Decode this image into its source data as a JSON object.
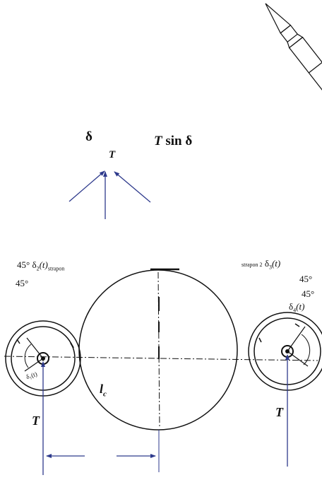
{
  "rocket": {
    "delta": "δ",
    "thrust_symbol": "T",
    "thrust_sin_T": "T",
    "thrust_sin_rest": " sin δ"
  },
  "cross_section": {
    "left_angle": "45°",
    "left_angle_2": "45°",
    "left_delta": "δ",
    "left_delta_sub": "2",
    "left_delta_arg": "(t)",
    "left_delta_sub2": "strapon",
    "left_wheel_label": "δ₁(t)",
    "right_prefix": "strapon 2",
    "right_delta": "δ",
    "right_delta_sub": "3",
    "right_delta_arg": "(t)",
    "right_angle_1": "45°",
    "right_angle_2": "45°",
    "right_delta4": "δ",
    "right_delta4_sub": "4",
    "right_delta4_arg": "(t)",
    "core_label": "l",
    "core_label_sub": "c",
    "thrust_left": "T",
    "thrust_right": "T"
  },
  "colors": {
    "line": "#111111",
    "arrow": "#2e3a8c"
  }
}
